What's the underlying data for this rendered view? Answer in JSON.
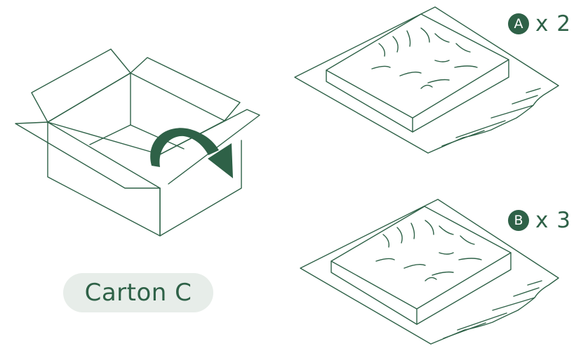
{
  "colors": {
    "line": "#2e6147",
    "accent": "#2e6147",
    "pill_bg": "#e7ede9"
  },
  "items": [
    {
      "letter": "A",
      "quantity": "x 2"
    },
    {
      "letter": "B",
      "quantity": "x 3"
    }
  ],
  "carton": {
    "label": "Carton C"
  },
  "icons": [
    "open-box-icon",
    "curved-arrow-icon",
    "packaged-cushion-icon"
  ]
}
